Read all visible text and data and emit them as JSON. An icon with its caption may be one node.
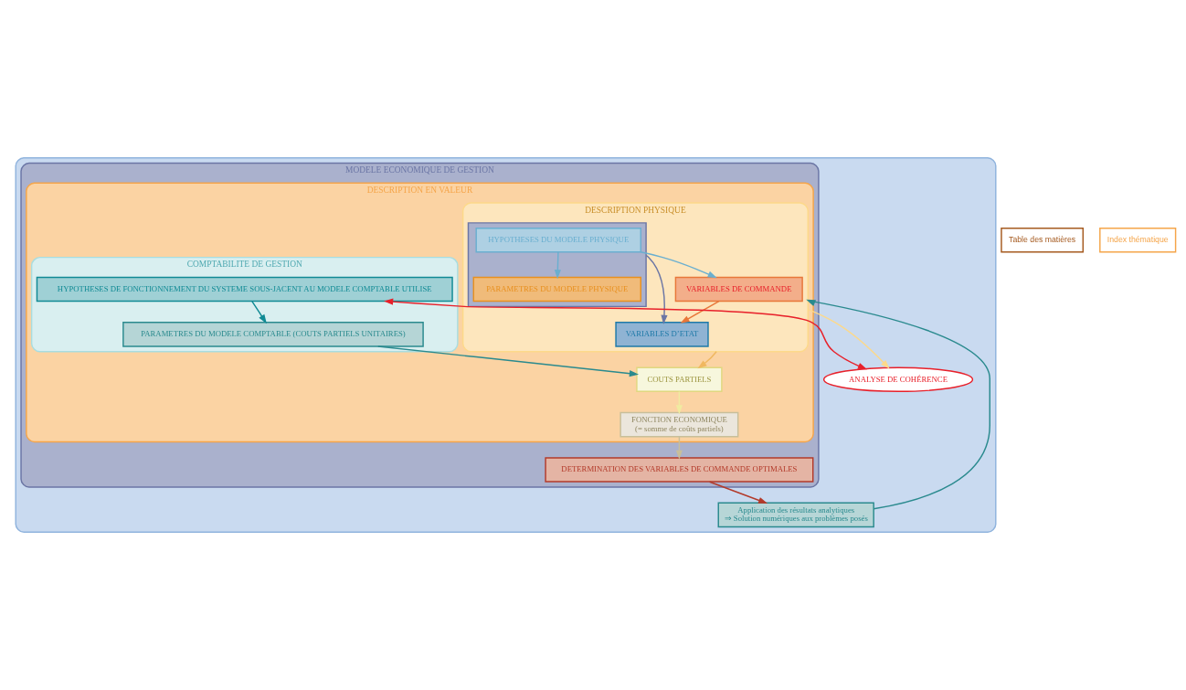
{
  "diagram": {
    "nodes": [
      {
        "text": [],
        "shape": "box"
      },
      {
        "text": [
          "MODELE ECONOMIQUE DE GESTION"
        ],
        "in": 0
      },
      {
        "text": [
          "DESCRIPTION EN VALEUR"
        ],
        "in": 1
      },
      {
        "text": [
          "DESCRIPTION PHYSIQUE"
        ],
        "in": 2
      },
      {
        "text": [],
        "shape": "box",
        "in": 3
      },
      {
        "text": [
          "HYPOTHESES DU MODELE PHYSIQUE"
        ],
        "in": 4
      },
      {
        "text": [
          "PARAMETRES DU MODELE PHYSIQUE"
        ],
        "in": 4
      },
      {
        "text": [
          "VARIABLES DE COMMANDE"
        ],
        "in": 3
      },
      {
        "text": [
          "VARIABLES D’ETAT"
        ],
        "in": 3
      },
      {
        "text": [
          "COMPTABILITE DE GESTION"
        ],
        "in": 2
      },
      {
        "text": [
          "HYPOTHESES DE FONCTIONNEMENT DU SYSTEME SOUS-JACENT AU MODELE COMPTABLE UTILISE"
        ],
        "in": 9
      },
      {
        "text": [
          "PARAMETRES DU MODELE COMPTABLE (COUTS PARTIELS UNITAIRES)"
        ],
        "in": 9
      },
      {
        "text": [
          "COUTS PARTIELS"
        ],
        "in": 2
      },
      {
        "text": [
          "FONCTION ECONOMIQUE",
          "(= somme de coûts partiels)"
        ],
        "in": 2
      },
      {
        "text": [
          "DETERMINATION DES VARIABLES DE COMMANDE OPTIMALES"
        ],
        "in": 1
      },
      {
        "text": [
          "Application des résultats analytiques",
          "⇒ Solution numériques aux problèmes posés"
        ],
        "in": 0
      },
      {
        "text": [
          "ANALYSE DE COHÉRENCE"
        ],
        "in": 0
      },
      {
        "text": [
          "Table des matières"
        ]
      },
      {
        "text": [
          "Index thématique"
        ]
      }
    ],
    "edges": [
      {
        "from": 5,
        "to": 6,
        "arrow": "to",
        "color": "#6aafd0"
      },
      {
        "from": 5,
        "to": 7,
        "arrow": "to",
        "color": "#6aafd0"
      },
      {
        "from": 4,
        "to": 8,
        "arrow": "to",
        "color": "#6b76a5"
      },
      {
        "from": 7,
        "to": 8,
        "arrow": "to",
        "color": "#e8773a"
      },
      {
        "from": 3,
        "to": 12,
        "arrow": "to",
        "color": "#f0b860"
      },
      {
        "from": 10,
        "to": 11,
        "arrow": "to",
        "color": "#108a94"
      },
      {
        "from": 11,
        "to": 12,
        "arrow": "to",
        "color": "#2a8a8e"
      },
      {
        "from": 12,
        "to": 13,
        "arrow": "to",
        "color": "#f0eba0"
      },
      {
        "from": 13,
        "to": 14,
        "arrow": "to",
        "color": "#c8bf9a"
      },
      {
        "from": 14,
        "to": 15,
        "arrow": "to",
        "color": "#b33a2a"
      },
      {
        "from": 15,
        "to": 3,
        "arrow": "to",
        "color": "#2a8a8e"
      },
      {
        "from": 3,
        "to": 16,
        "arrow": "to",
        "color": "#fdd98a"
      },
      {
        "from": 16,
        "to": 10,
        "arrow": "both",
        "color": "#e8202a"
      }
    ]
  }
}
